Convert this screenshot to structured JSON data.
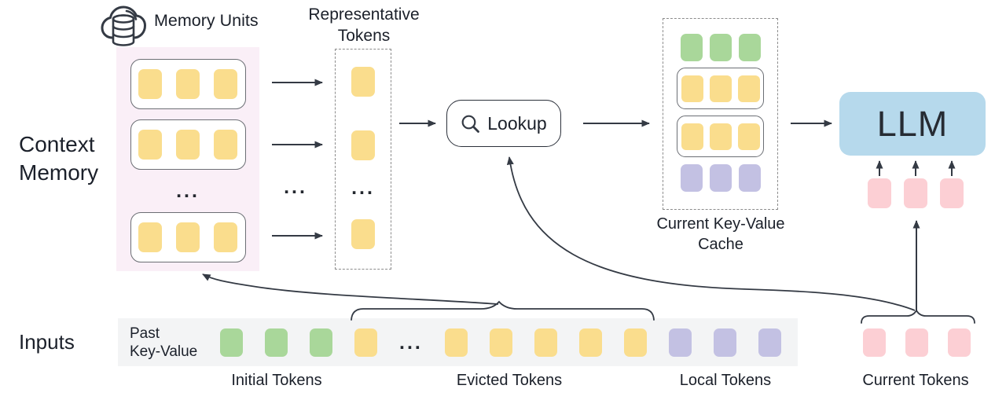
{
  "colors": {
    "yellow": "#fadd8d",
    "green": "#a9d79a",
    "purple": "#c3c1e3",
    "pink": "#fccfd4",
    "blue": "#b6d9ec",
    "memory_bg": "#faeff7",
    "strip_bg": "#f3f4f5",
    "line": "#343a44",
    "box_border": "#6b6e74",
    "dash_border": "#8c8c8c",
    "text": "#1b202a"
  },
  "labels": {
    "context_memory": "Context\nMemory",
    "memory_units": "Memory Units",
    "representative_tokens": "Representative\nTokens",
    "lookup": "Lookup",
    "current_kv_cache": "Current Key-Value\nCache",
    "llm": "LLM",
    "inputs": "Inputs",
    "past_key_value": "Past\nKey-Value",
    "initial_tokens": "Initial Tokens",
    "evicted_tokens": "Evicted Tokens",
    "local_tokens": "Local Tokens",
    "current_tokens": "Current Tokens",
    "ellipsis": "..."
  },
  "memory": {
    "unit_count": 3,
    "unit_row": [
      {
        "color": "yellow",
        "count": 3,
        "name": "memory"
      }
    ]
  },
  "representative": {
    "token_color": "yellow",
    "token_count_shown": 3
  },
  "cache_rows": [
    {
      "boxed": false,
      "row": [
        {
          "color": "green",
          "count": 3,
          "name": "initial"
        }
      ]
    },
    {
      "boxed": true,
      "row": [
        {
          "color": "yellow",
          "count": 3,
          "name": "retrieved"
        }
      ]
    },
    {
      "boxed": true,
      "row": [
        {
          "color": "yellow",
          "count": 3,
          "name": "retrieved"
        }
      ]
    },
    {
      "boxed": false,
      "row": [
        {
          "color": "purple",
          "count": 3,
          "name": "local"
        }
      ]
    }
  ],
  "inputs_sequence": [
    {
      "color": "green",
      "count": 3,
      "name": "initial"
    },
    {
      "color": "yellow",
      "count": 1,
      "name": "evicted"
    },
    {
      "ellipsis": true
    },
    {
      "color": "yellow",
      "count": 5,
      "name": "evicted"
    },
    {
      "color": "purple",
      "count": 3,
      "name": "local"
    }
  ],
  "llm_input_row": [
    {
      "color": "pink",
      "count": 3,
      "name": "current"
    }
  ],
  "current_tokens_row": [
    {
      "color": "pink",
      "count": 3,
      "name": "current"
    }
  ]
}
